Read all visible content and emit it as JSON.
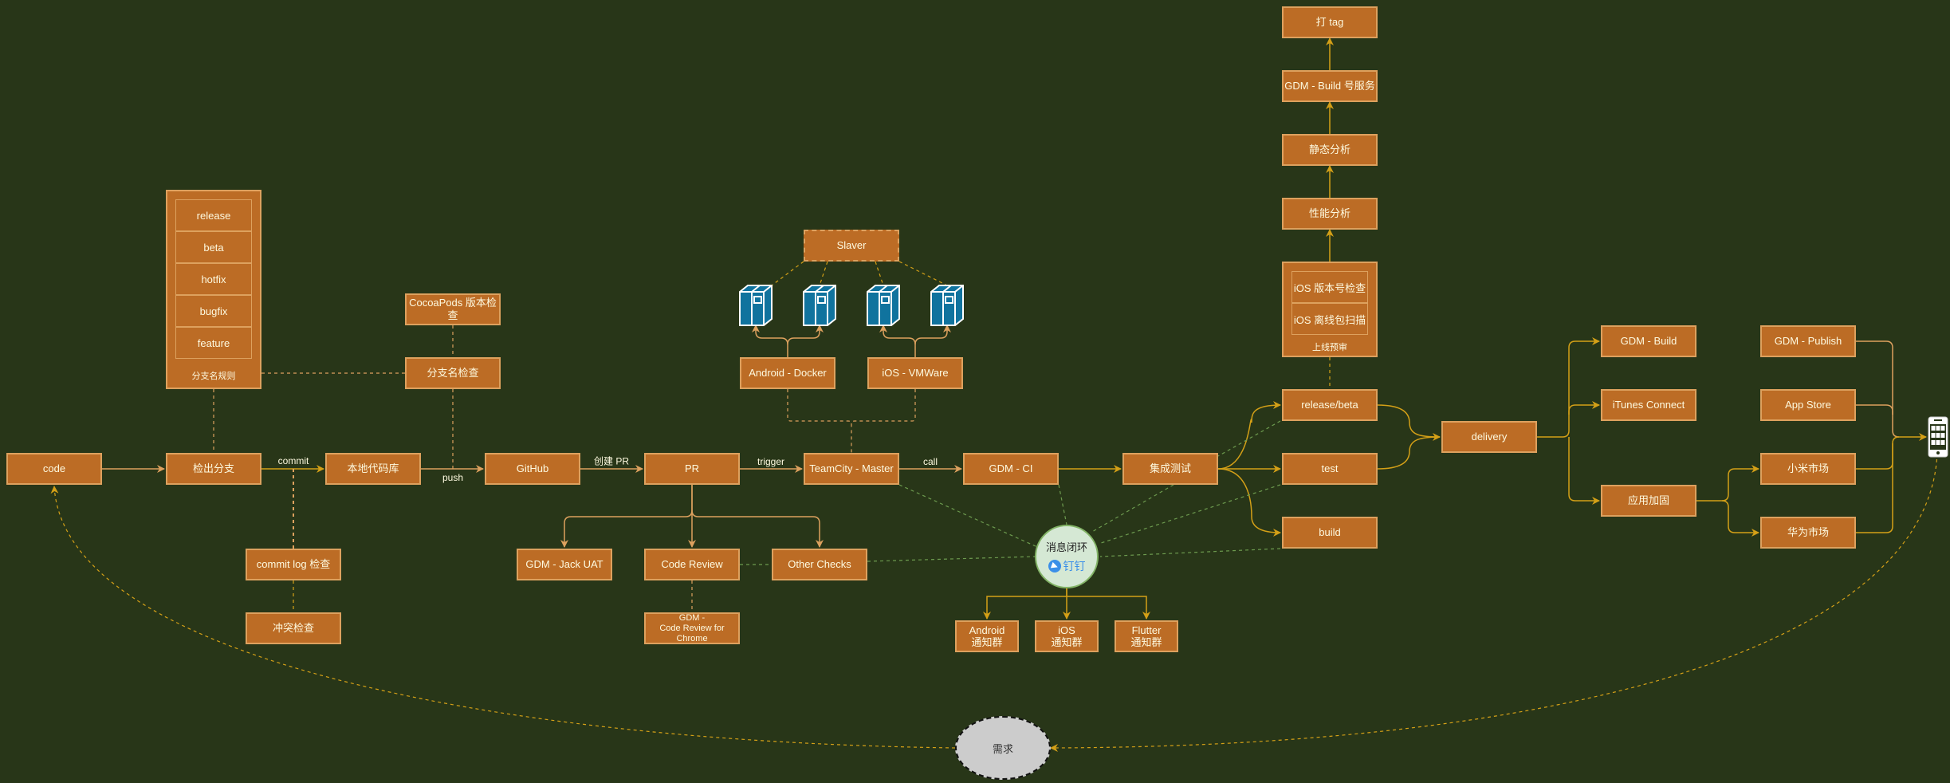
{
  "diagram": {
    "colors": {
      "background": "#283618",
      "node_fill": "#bc6c25",
      "node_border": "#dda15e",
      "node_text": "#fefae0",
      "edge_solid": "#dda15e",
      "edge_gold": "#d4a017",
      "edge_notify": "#6d9b4f",
      "message_fill": "#d5e8d4",
      "requirement_fill": "#cccccc",
      "server_blue": "#10739e",
      "dingtalk_blue": "#3b8fe8"
    },
    "nodes": {
      "code": "code",
      "checkout_branch": "检出分支",
      "local_repo": "本地代码库",
      "github": "GitHub",
      "pr": "PR",
      "teamcity_master": "TeamCity - Master",
      "gdm_ci": "GDM - CI",
      "integration_test": "集成测试",
      "release_beta": "release/beta",
      "test": "test",
      "build": "build",
      "delivery": "delivery",
      "gdm_build": "GDM - Build",
      "itunes_connect": "iTunes Connect",
      "app_hardening": "应用加固",
      "gdm_publish": "GDM - Publish",
      "app_store": "App Store",
      "xiaomi_market": "小米市场",
      "huawei_market": "华为市场",
      "cocoapods_check": "CocoaPods 版本检查",
      "branch_name_check": "分支名检查",
      "commit_log_check": "commit log 检查",
      "conflict_check": "冲突检查",
      "gdm_jack_uat": "GDM - Jack UAT",
      "code_review": "Code Review",
      "other_checks": "Other Checks",
      "gdm_code_review_chrome": "GDM -\nCode Review for Chrome",
      "slaver": "Slaver",
      "android_docker": "Android - Docker",
      "ios_vmware": "iOS - VMWare",
      "android_group": "Android\n通知群",
      "ios_group": "iOS\n通知群",
      "flutter_group": "Flutter\n通知群",
      "performance_analysis": "性能分析",
      "static_analysis": "静态分析",
      "gdm_build_number": "GDM - Build 号服务",
      "tag": "打 tag"
    },
    "branch_rules": {
      "items": [
        "release",
        "beta",
        "hotfix",
        "bugfix",
        "feature"
      ],
      "caption": "分支名规则"
    },
    "prerelease_review": {
      "items": [
        "iOS 版本号检查",
        "iOS 离线包扫描"
      ],
      "caption": "上线预审"
    },
    "message_loop": {
      "title": "消息闭环",
      "brand": "钉钉"
    },
    "requirement": "需求",
    "edge_labels": {
      "commit": "commit",
      "push": "push",
      "create_pr": "创建 PR",
      "trigger": "trigger",
      "call": "call"
    },
    "icons": {
      "server": "server-icon",
      "phone": "mobile-phone-icon",
      "dingtalk": "dingtalk-logo-icon"
    }
  }
}
